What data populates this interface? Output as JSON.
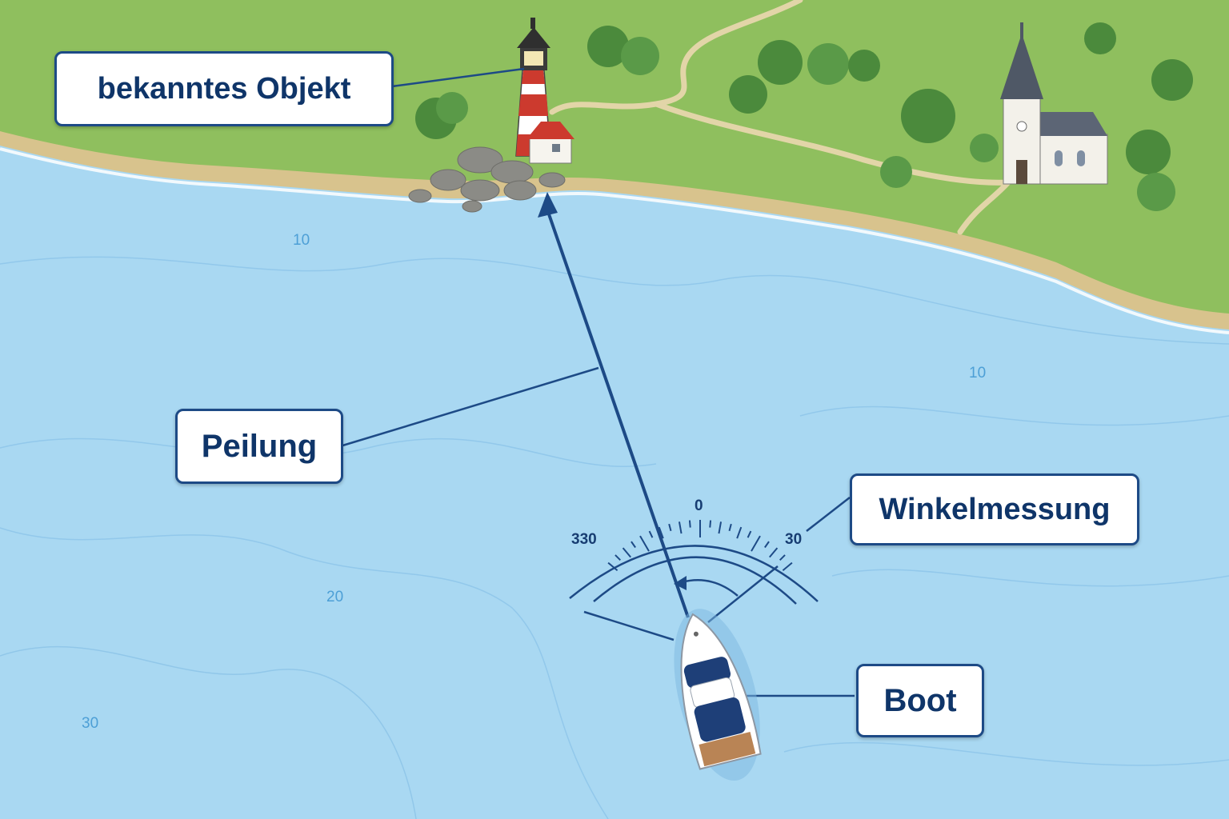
{
  "labels": {
    "object": "bekanntes Objekt",
    "bearing": "Peilung",
    "angle": "Winkelmessung",
    "boat": "Boot"
  },
  "compass": {
    "left": "330",
    "center": "0",
    "right": "30"
  },
  "depths": [
    "10",
    "10",
    "20",
    "30"
  ],
  "colors": {
    "water": "#a9d8f2",
    "land": "#8fbf5e",
    "beach": "#d8c38d",
    "line": "#1d4a86",
    "lighthouse_red": "#cc3a2e"
  }
}
